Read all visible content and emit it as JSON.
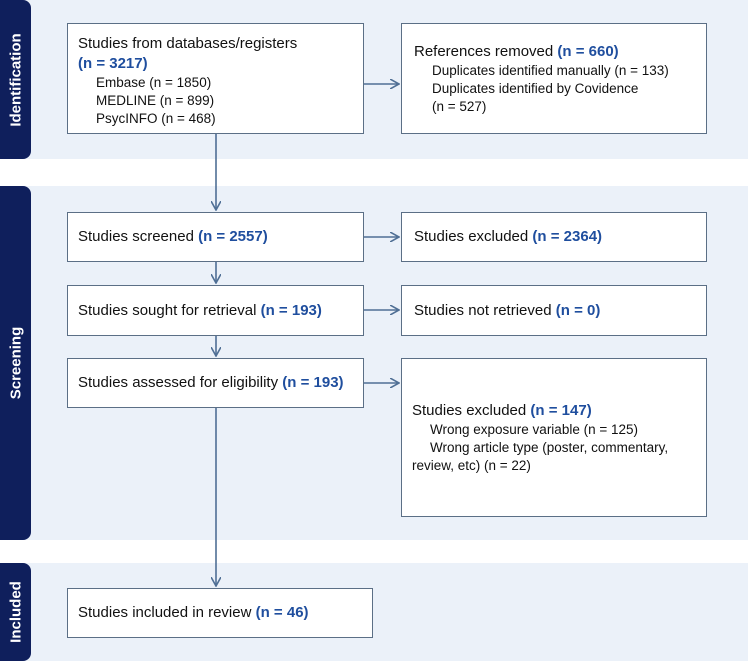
{
  "stages": {
    "identification": "Identification",
    "screening": "Screening",
    "included": "Included"
  },
  "identification": {
    "databases": {
      "title": "Studies from databases/registers",
      "n": "(n = 3217)",
      "items": [
        "Embase (n = 1850)",
        "MEDLINE (n = 899)",
        "PsycINFO (n = 468)"
      ]
    },
    "removed": {
      "title": "References removed ",
      "n": "(n = 660)",
      "item1": "Duplicates identified manually (n = 133)",
      "item2a": "Duplicates identified by Covidence",
      "item2b": "(n = 527)"
    }
  },
  "screening": {
    "screened": {
      "label": "Studies screened ",
      "n": "(n = 2557)"
    },
    "excluded1": {
      "label": "Studies excluded ",
      "n": "(n = 2364)"
    },
    "sought": {
      "label": "Studies sought for retrieval ",
      "n": "(n = 193)"
    },
    "not_retrieved": {
      "label": "Studies not retrieved ",
      "n": "(n = 0)"
    },
    "assessed": {
      "label": "Studies assessed for eligibility ",
      "n": "(n = 193)"
    },
    "excluded2": {
      "label": "Studies excluded ",
      "n": "(n = 147)",
      "item1": "Wrong exposure variable (n = 125)",
      "item2a": "Wrong article type (poster, commentary,",
      "item2b": "review, etc) (n = 22)"
    }
  },
  "included": {
    "review": {
      "label": "Studies included in review ",
      "n": "(n = 46)"
    }
  },
  "colors": {
    "band_bg": "#ebf1f9",
    "band_label": "#0f1f5c",
    "count_text": "#1f4e9e",
    "box_border": "#5b6f86",
    "arrow": "#4f6f95"
  }
}
